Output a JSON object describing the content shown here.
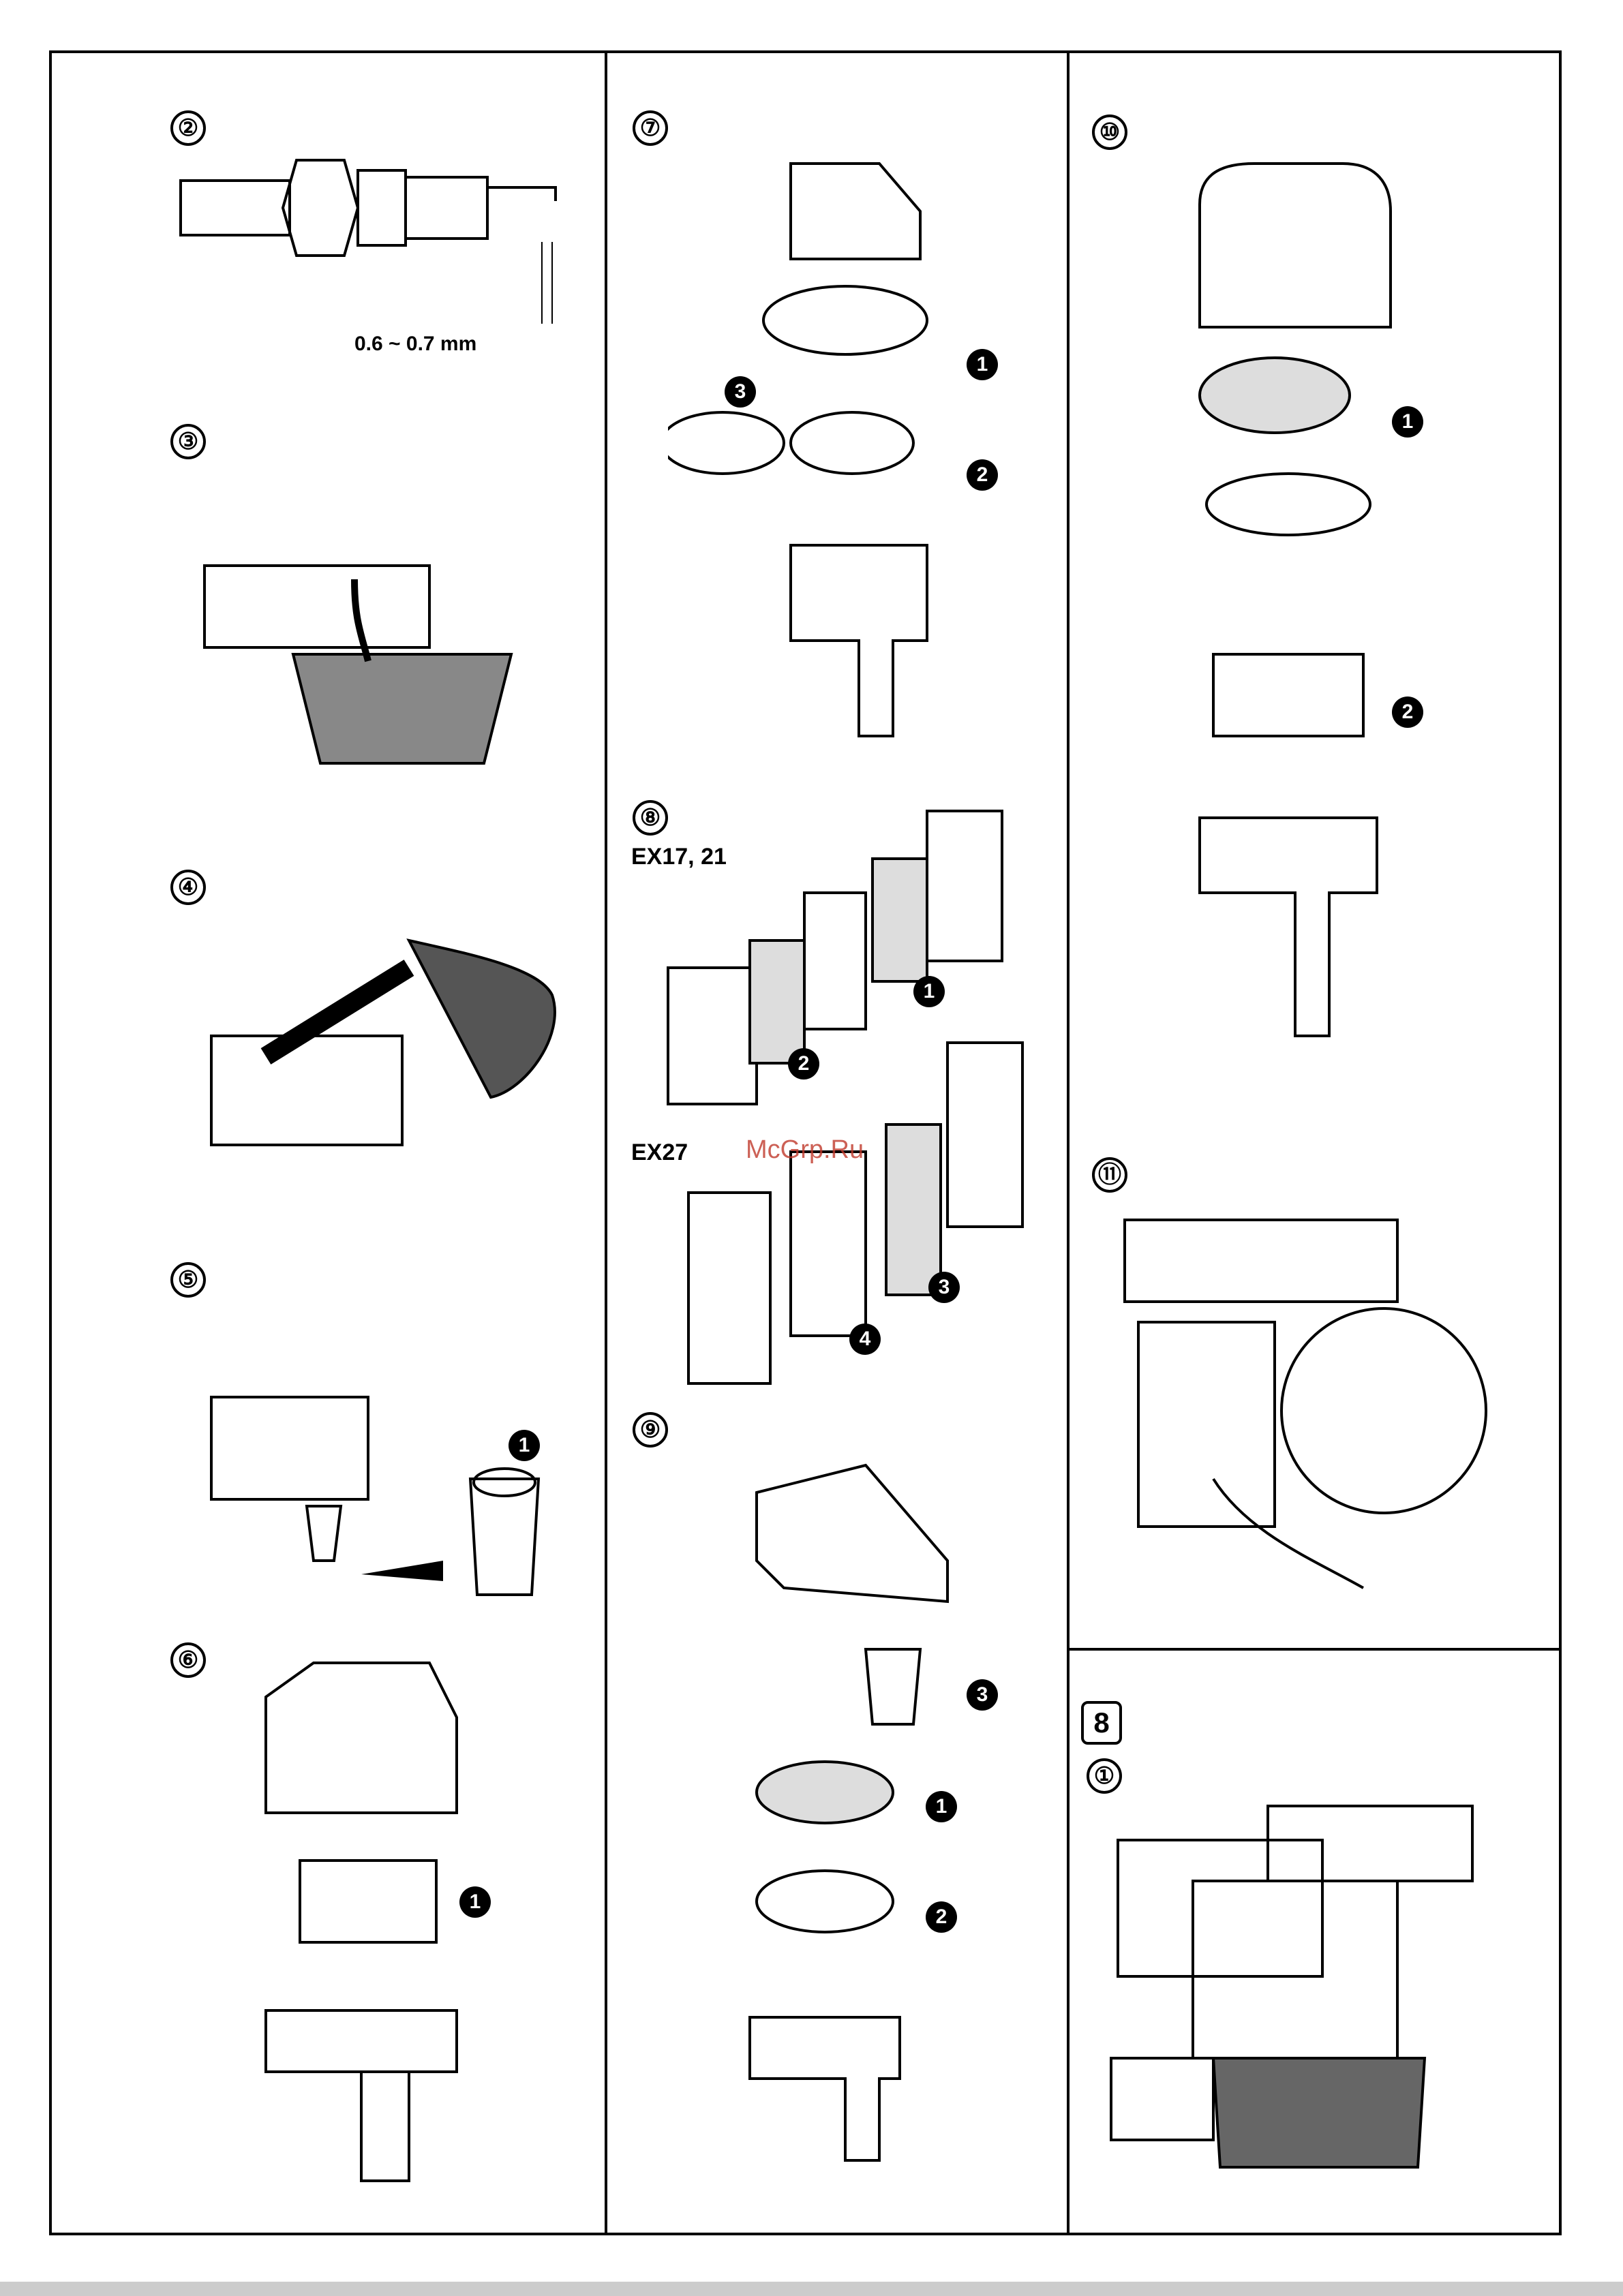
{
  "steps": {
    "s2": "②",
    "s3": "③",
    "s4": "④",
    "s5": "⑤",
    "s6": "⑥",
    "s7": "⑦",
    "s8": "⑧",
    "s9": "⑨",
    "s10": "⑩",
    "s11": "⑪",
    "s1": "①"
  },
  "section_box": "8",
  "gap_label": "0.6 ~ 0.7 mm",
  "model_labels": {
    "ex17_21": "EX17, 21",
    "ex27": "EX27"
  },
  "callouts": {
    "one": "1",
    "two": "2",
    "three": "3",
    "four": "4"
  },
  "watermark": "McGrp.Ru"
}
